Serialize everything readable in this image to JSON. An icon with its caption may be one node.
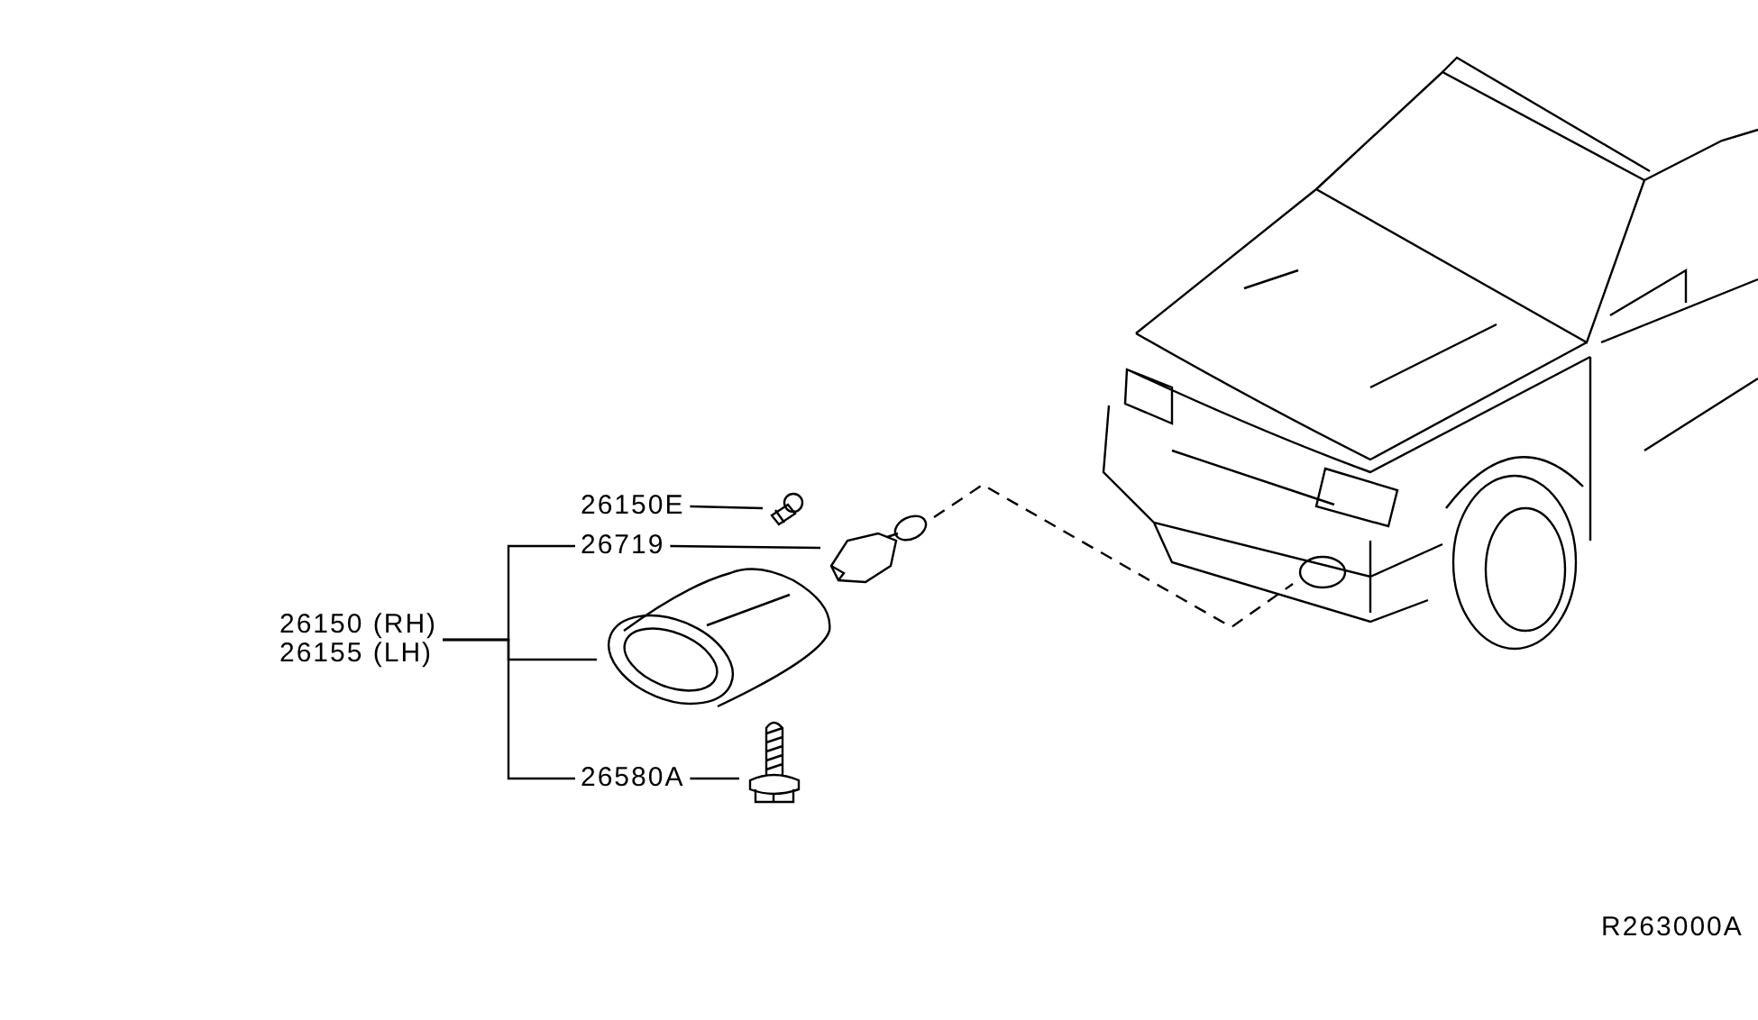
{
  "diagram": {
    "nodes": [
      {
        "text": [
          "26150E"
        ]
      },
      {
        "text": [],
        "shape": "picture"
      },
      {
        "text": [
          "26719"
        ]
      },
      {
        "text": [],
        "shape": "picture"
      },
      {
        "text": [
          "26150 (RH)",
          "26155 (LH)"
        ]
      },
      {
        "text": [],
        "shape": "picture"
      },
      {
        "text": [
          "26580A"
        ]
      },
      {
        "text": [],
        "shape": "picture"
      },
      {
        "text": [],
        "shape": "picture"
      },
      {
        "text": [],
        "shape": "circle",
        "in": 8
      }
    ],
    "edges": [
      {
        "from": 0,
        "to": 1,
        "arrow": "none"
      },
      {
        "from": 2,
        "to": 3,
        "arrow": "none"
      },
      {
        "from": 4,
        "to": 2,
        "arrow": "none"
      },
      {
        "from": 4,
        "to": 5,
        "arrow": "none"
      },
      {
        "from": 4,
        "to": 6,
        "arrow": "none"
      },
      {
        "from": 6,
        "to": 7,
        "arrow": "none"
      },
      {
        "from": 3,
        "to": 9,
        "arrow": "none",
        "style": "dashed"
      }
    ],
    "labels": [
      "R263000A"
    ]
  }
}
